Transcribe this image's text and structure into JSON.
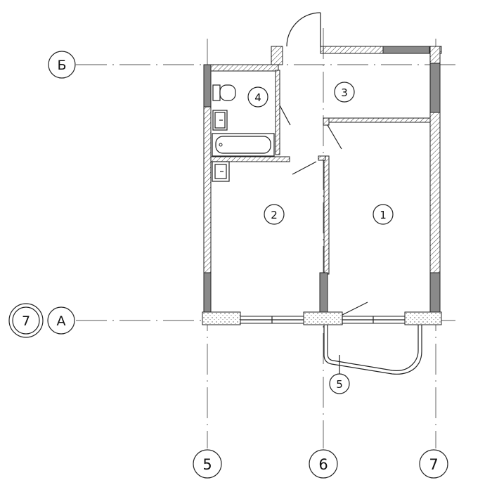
{
  "axes": {
    "horizontal": [
      {
        "label": "Б",
        "prefix": ""
      },
      {
        "label": "А",
        "prefix": "7"
      }
    ],
    "vertical": [
      {
        "label": "5"
      },
      {
        "label": "6"
      },
      {
        "label": "7"
      }
    ]
  },
  "rooms": [
    {
      "number": "1"
    },
    {
      "number": "2"
    },
    {
      "number": "3"
    },
    {
      "number": "4"
    },
    {
      "number": "5"
    }
  ],
  "fixtures": [
    "toilet-icon",
    "sink-icon",
    "bathtub-icon",
    "kitchen-sink-icon"
  ],
  "colors": {
    "lines": "#222222",
    "hatch": "#444444",
    "background": "#ffffff"
  }
}
